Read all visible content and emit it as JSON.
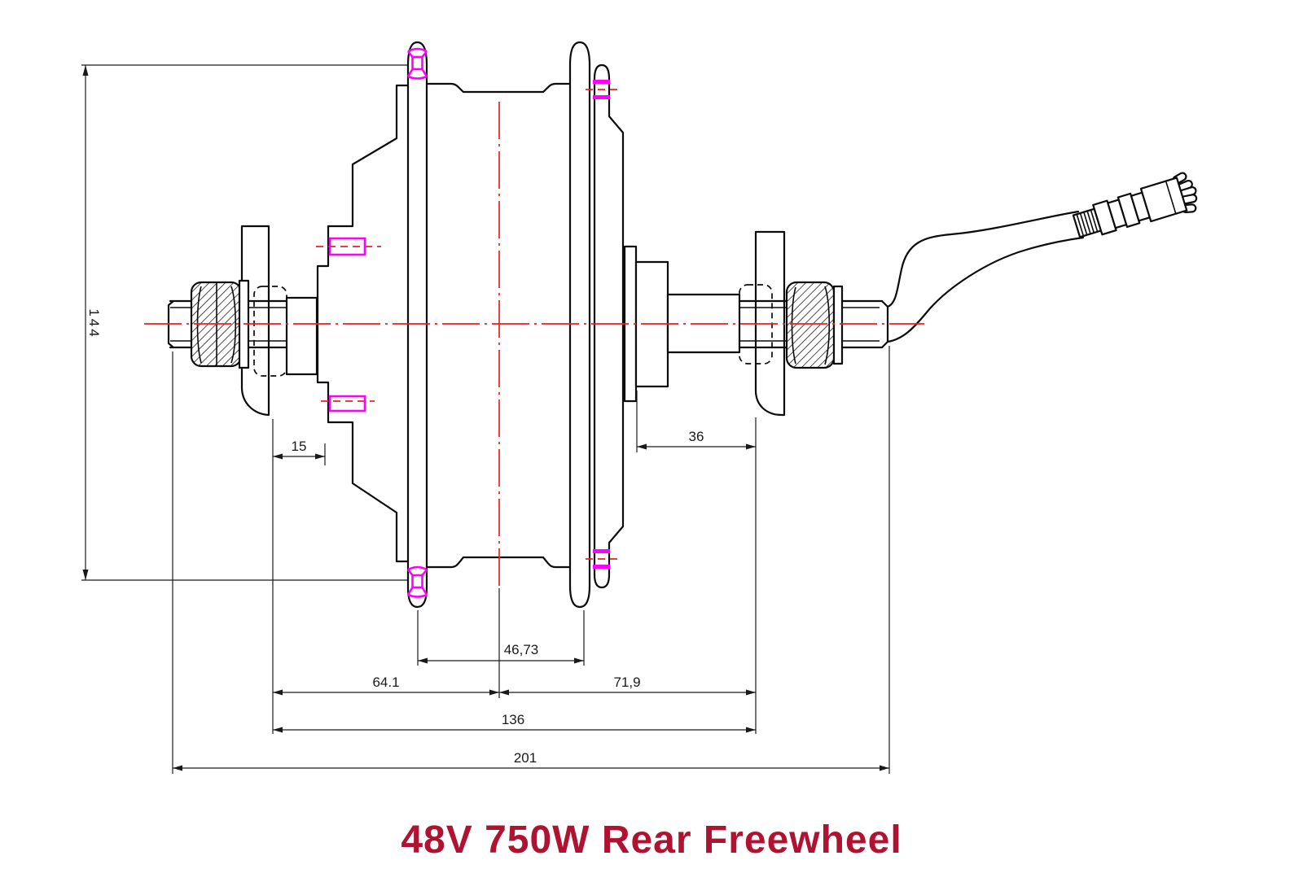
{
  "title": {
    "text": "48V 750W Rear Freewheel",
    "color": "#b01232"
  },
  "dims": {
    "d144": {
      "label": "144"
    },
    "d15": {
      "label": "15"
    },
    "d36": {
      "label": "36"
    },
    "d46_73": {
      "label": "46,73"
    },
    "d64_1": {
      "label": "64.1"
    },
    "d71_9": {
      "label": "71,9"
    },
    "d136": {
      "label": "136"
    },
    "d201": {
      "label": "201"
    }
  },
  "colors": {
    "outline": "#0c0c0c",
    "centerline": "#f51d1d",
    "spoke_hole_marker": "#ff00ff",
    "dimension": "#1a1a1a",
    "background": "#ffffff"
  }
}
